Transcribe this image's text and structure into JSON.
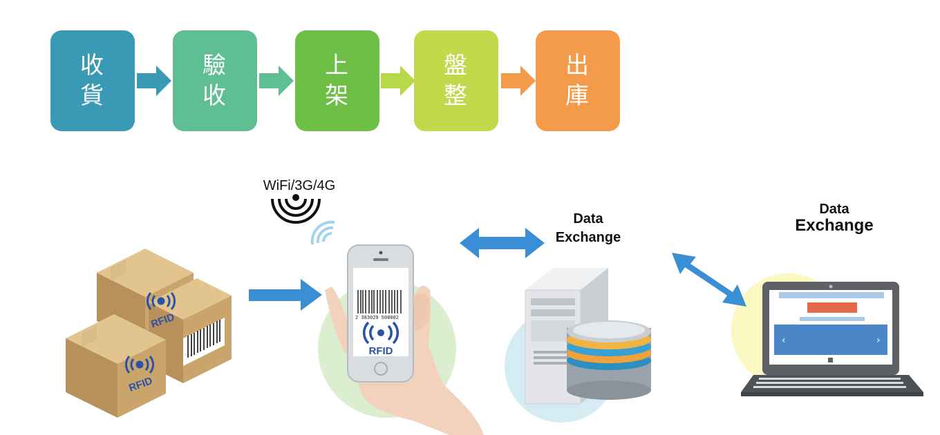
{
  "flow": {
    "steps": [
      {
        "line1": "收",
        "line2": "貨",
        "color": "#3a9ab6"
      },
      {
        "line1": "驗",
        "line2": "收",
        "color": "#5fbf93"
      },
      {
        "line1": "上",
        "line2": "架",
        "color": "#6ebf45"
      },
      {
        "line1": "盤",
        "line2": "整",
        "color": "#c3d84a"
      },
      {
        "line1": "出",
        "line2": "庫",
        "color": "#f39b4a"
      }
    ],
    "arrow_colors": [
      "#3a9ab6",
      "#5fbf93",
      "#b7d84a",
      "#f39b4a"
    ]
  },
  "network_label": "WiFi/3G/4G",
  "exchange_labels": [
    {
      "line1": "Data",
      "line2": "Exchange"
    },
    {
      "line1": "Data",
      "line2": "Exchange"
    }
  ],
  "rfid_text": "RFID",
  "barcode_number": "2 383029 500002",
  "colors": {
    "arrow_blue": "#3a8fd4",
    "box_brown": "#c9a46b",
    "rfid_blue": "#2a52a8",
    "circle_green": "#dbeed0",
    "circle_blue": "#d4ecf2",
    "circle_yellow": "#fbf8c2"
  },
  "icons": [
    "rfid-box-icon",
    "smartphone-icon",
    "wifi-signal-icon",
    "server-icon",
    "database-icon",
    "laptop-icon"
  ]
}
